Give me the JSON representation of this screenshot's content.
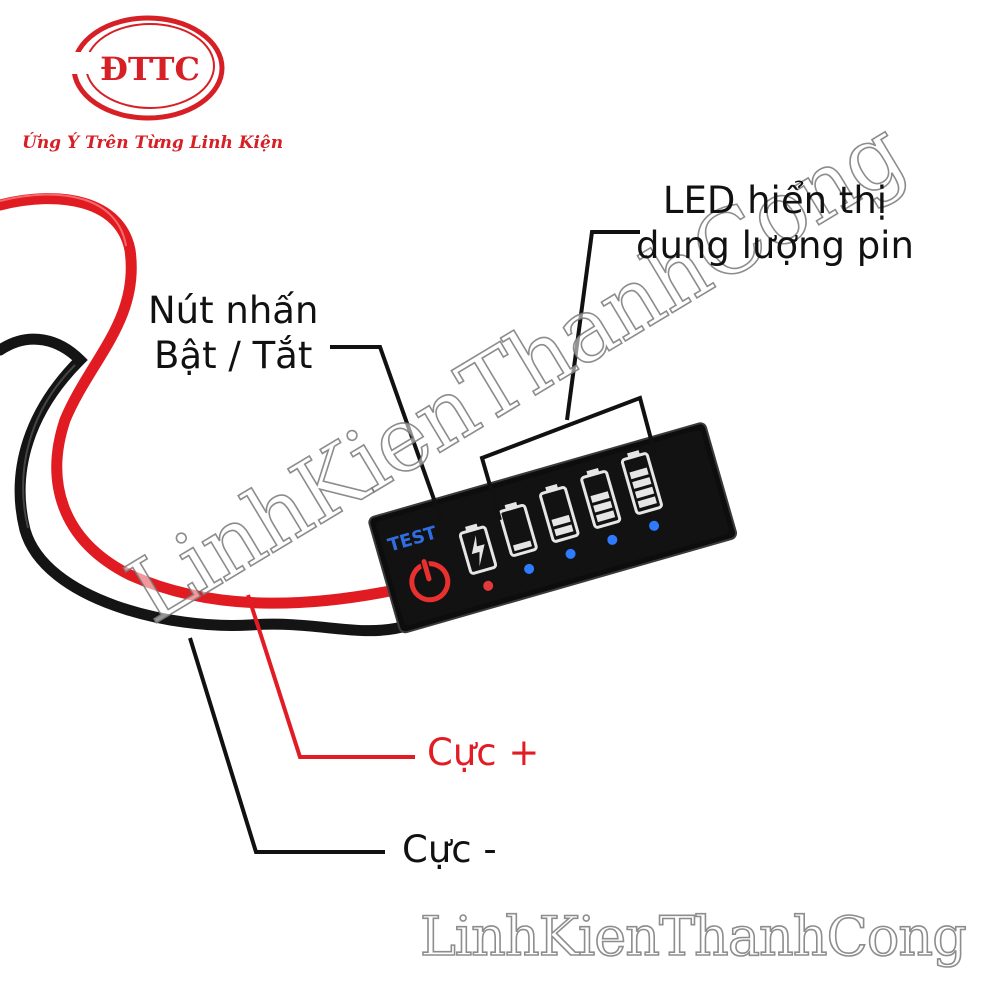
{
  "logo": {
    "text": "ĐTTC",
    "tagline": "Ứng Ý Trên Từng Linh Kiện",
    "color": "#d71f26"
  },
  "labels": {
    "led_line1": "LED hiển thị",
    "led_line2": "dung lượng pin",
    "button_line1": "Nút nhấn",
    "button_line2": "Bật / Tắt",
    "positive": "Cực +",
    "negative": "Cực -"
  },
  "device": {
    "test_label": "TEST",
    "power_color": "#e8312e",
    "led_colors": [
      "#e23a3a",
      "#2e7bff",
      "#2e7bff",
      "#2e7bff",
      "#2e7bff"
    ]
  },
  "watermark": {
    "diagonal": "LinhKienThanhCong",
    "bottom": "LinhKienThanhCong"
  },
  "colors": {
    "red_wire": "#e01c22",
    "black_wire": "#141414",
    "label_red": "#e21c24",
    "label_dark": "#111111"
  }
}
